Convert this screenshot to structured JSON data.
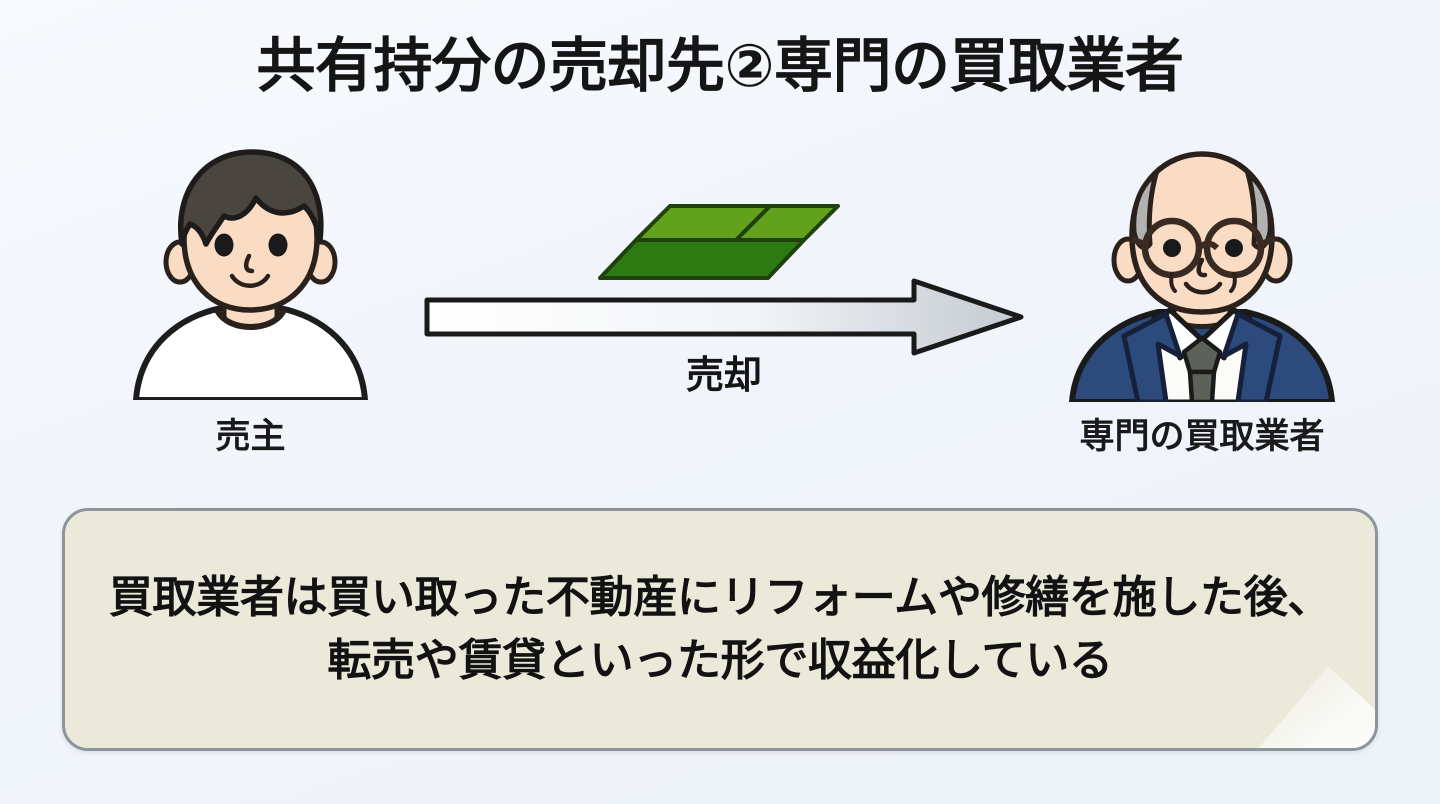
{
  "slide": {
    "title": "共有持分の売却先②専門の買取業者",
    "background_color": "#f2f6fc"
  },
  "diagram": {
    "seller": {
      "label": "売主",
      "avatar_icon": "young-man-avatar-icon",
      "hair_color": "#4a443f",
      "skin_color": "#fadcc4",
      "shirt_color": "#ffffff"
    },
    "buyer": {
      "label": "専門の買取業者",
      "avatar_icon": "elderly-businessman-avatar-icon",
      "hair_color": "#b0b0b0",
      "skin_color": "#fadcc4",
      "suit_color": "#2d4a7c",
      "shirt_color": "#ffffff",
      "tie_color": "#5c6259",
      "glasses_color": "#3a2b22"
    },
    "flow": {
      "arrow_icon": "right-arrow-icon",
      "arrow_label": "売却",
      "arrow_fill_start": "#ffffff",
      "arrow_fill_end": "#c6ccd2",
      "arrow_outline": "#1a1a1a"
    },
    "land": {
      "icon": "land-plots-icon",
      "plot_light_color": "#62a11c",
      "plot_dark_color": "#2c7a11",
      "outline_color": "#20400c",
      "plot_count": 3
    }
  },
  "caption": {
    "lines": [
      "買取業者は買い取った不動産にリフォームや修繕を施した後、",
      "転売や賃貸といった形で収益化している"
    ],
    "background_color": "#eae9da",
    "border_color": "#8e949c"
  }
}
